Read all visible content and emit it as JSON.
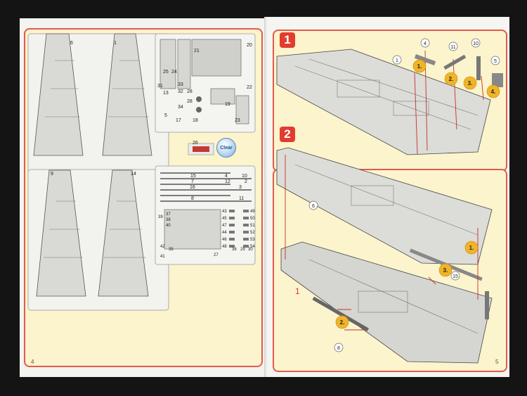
{
  "left_page": {
    "page_number": "4",
    "parts_sheet_labels": [
      {
        "id": "p6",
        "text": "6"
      },
      {
        "id": "p1",
        "text": "1"
      },
      {
        "id": "p9",
        "text": "9"
      },
      {
        "id": "p14",
        "text": "14"
      },
      {
        "id": "p20",
        "text": "20"
      },
      {
        "id": "p21",
        "text": "21"
      },
      {
        "id": "p22",
        "text": "22"
      },
      {
        "id": "p23",
        "text": "23"
      },
      {
        "id": "p24",
        "text": "24"
      },
      {
        "id": "p25",
        "text": "25"
      },
      {
        "id": "p31",
        "text": "31"
      },
      {
        "id": "p32",
        "text": "32"
      },
      {
        "id": "p33",
        "text": "33"
      },
      {
        "id": "p34",
        "text": "34"
      },
      {
        "id": "p13",
        "text": "13"
      },
      {
        "id": "p5",
        "text": "5"
      },
      {
        "id": "p17",
        "text": "17"
      },
      {
        "id": "p18",
        "text": "18"
      },
      {
        "id": "p19",
        "text": "19"
      },
      {
        "id": "p26",
        "text": "26"
      },
      {
        "id": "p28a",
        "text": "28"
      },
      {
        "id": "p28b",
        "text": "28"
      },
      {
        "id": "p15",
        "text": "15"
      },
      {
        "id": "p4",
        "text": "4"
      },
      {
        "id": "p10",
        "text": "10"
      },
      {
        "id": "p7",
        "text": "7"
      },
      {
        "id": "p12",
        "text": "12"
      },
      {
        "id": "p2",
        "text": "2"
      },
      {
        "id": "p16",
        "text": "16"
      },
      {
        "id": "p3",
        "text": "3"
      },
      {
        "id": "p8",
        "text": "8"
      },
      {
        "id": "p11",
        "text": "11"
      },
      {
        "id": "p37",
        "text": "37"
      },
      {
        "id": "p38",
        "text": "38"
      },
      {
        "id": "p39",
        "text": "39"
      },
      {
        "id": "p40",
        "text": "40"
      },
      {
        "id": "p42",
        "text": "42"
      },
      {
        "id": "p35",
        "text": "35"
      },
      {
        "id": "p41",
        "text": "41"
      },
      {
        "id": "p27",
        "text": "27"
      },
      {
        "id": "p36",
        "text": "36"
      },
      {
        "id": "p29",
        "text": "29"
      },
      {
        "id": "p30",
        "text": "30"
      },
      {
        "id": "p43",
        "text": "43"
      },
      {
        "id": "p45",
        "text": "45"
      },
      {
        "id": "p47",
        "text": "47"
      },
      {
        "id": "p44",
        "text": "44"
      },
      {
        "id": "p46",
        "text": "46"
      },
      {
        "id": "p48",
        "text": "48"
      },
      {
        "id": "p49",
        "text": "49"
      },
      {
        "id": "p50",
        "text": "50"
      },
      {
        "id": "p51",
        "text": "51"
      },
      {
        "id": "p52",
        "text": "52"
      },
      {
        "id": "p53",
        "text": "53"
      },
      {
        "id": "p54",
        "text": "54"
      }
    ],
    "clear_label": "Clear"
  },
  "right_page": {
    "page_number": "5",
    "step1": {
      "number": "1",
      "part_callouts": [
        "1",
        "4",
        "11",
        "10",
        "5"
      ],
      "order_badges": [
        "1.",
        "2.",
        "3.",
        "4."
      ]
    },
    "step2": {
      "number": "2",
      "part_callouts": [
        "6",
        "15",
        "8"
      ],
      "order_badges": [
        "1.",
        "3.",
        "2."
      ],
      "subassembly_ref": "1"
    }
  },
  "colors": {
    "frame_red": "#e35a4f",
    "panel_yellow": "#fbf4cc",
    "badge_gold": "#f0b429",
    "step_red": "#e23c2f"
  }
}
